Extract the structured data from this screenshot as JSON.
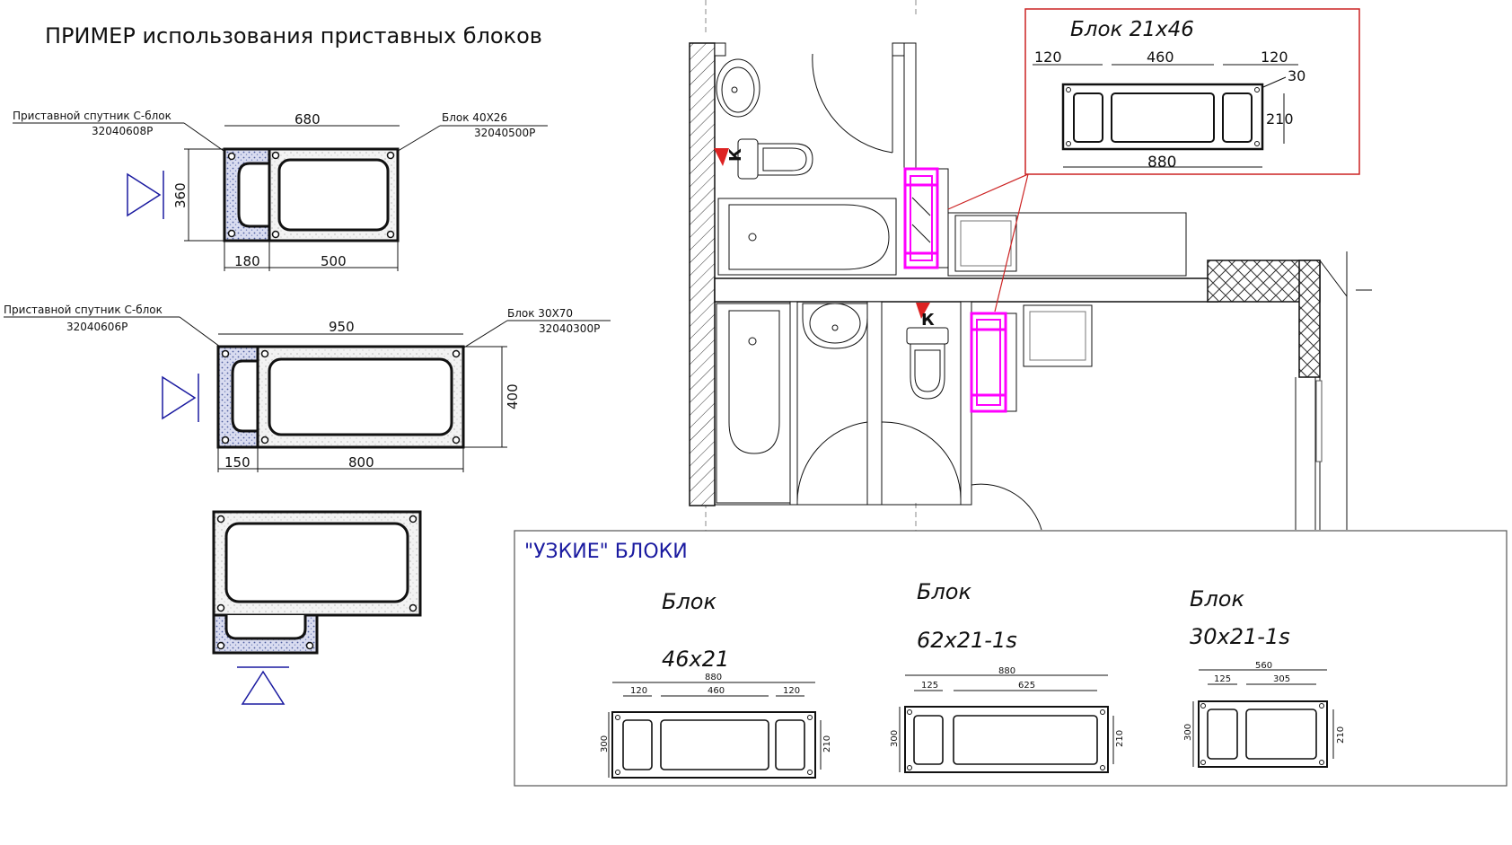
{
  "title": "ПРИМЕР использования приставных блоков",
  "example1": {
    "satellite_label": "Приставной спутник С-блок",
    "satellite_code": "32040608Р",
    "block_label": "Блок  40Х26",
    "block_code": "32040500Р",
    "dim_total": "680",
    "dim_height": "360",
    "dim_left": "180",
    "dim_right": "500"
  },
  "example2": {
    "satellite_label": "Приставной спутник С-блок",
    "satellite_code": "32040606Р",
    "block_label": "Блок  30Х70",
    "block_code": "32040300Р",
    "dim_total": "950",
    "dim_height": "400",
    "dim_left": "150",
    "dim_right": "800"
  },
  "plan": {
    "marker_1": "К",
    "marker_2": "К"
  },
  "detail": {
    "title": "Блок 21х46",
    "d_left": "120",
    "d_mid": "460",
    "d_right": "120",
    "d_hole": "30",
    "d_height": "210",
    "d_total": "880"
  },
  "narrow": {
    "title": "\"УЗКИЕ\" БЛОКИ",
    "blocks": [
      {
        "name": "Блок",
        "size": "46х21",
        "total": "880",
        "a": "120",
        "b": "460",
        "c": "120",
        "h1": "300",
        "h2": "210"
      },
      {
        "name": "Блок",
        "size": "62х21-1s",
        "total": "880",
        "a": "125",
        "b": "625",
        "h1": "300",
        "h2": "210"
      },
      {
        "name": "Блок",
        "size": "30х21-1s",
        "total": "560",
        "a": "125",
        "b": "305",
        "h1": "300",
        "h2": "210"
      }
    ]
  },
  "colors": {
    "line": "#111111",
    "highlight": "#ff00ff",
    "callout": "#cc2222",
    "symbol": "#1a1aa0",
    "hatch": "#5060a0"
  }
}
